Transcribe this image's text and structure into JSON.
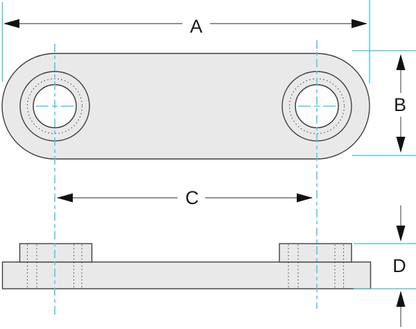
{
  "drawing": {
    "dimension_labels": {
      "a": "A",
      "b": "B",
      "c": "C",
      "d": "D"
    },
    "colors": {
      "background": "#ffffff",
      "part_fill": "#e9e9e9",
      "part_outline": "#3e3e3e",
      "hole_fill": "#fdfdfd",
      "hidden_line": "#4a4a4a",
      "centerline": "#58c6ea",
      "dimension_line": "#6f6f6f",
      "arrowhead": "#111111",
      "label_text": "#1a1a1a"
    }
  }
}
